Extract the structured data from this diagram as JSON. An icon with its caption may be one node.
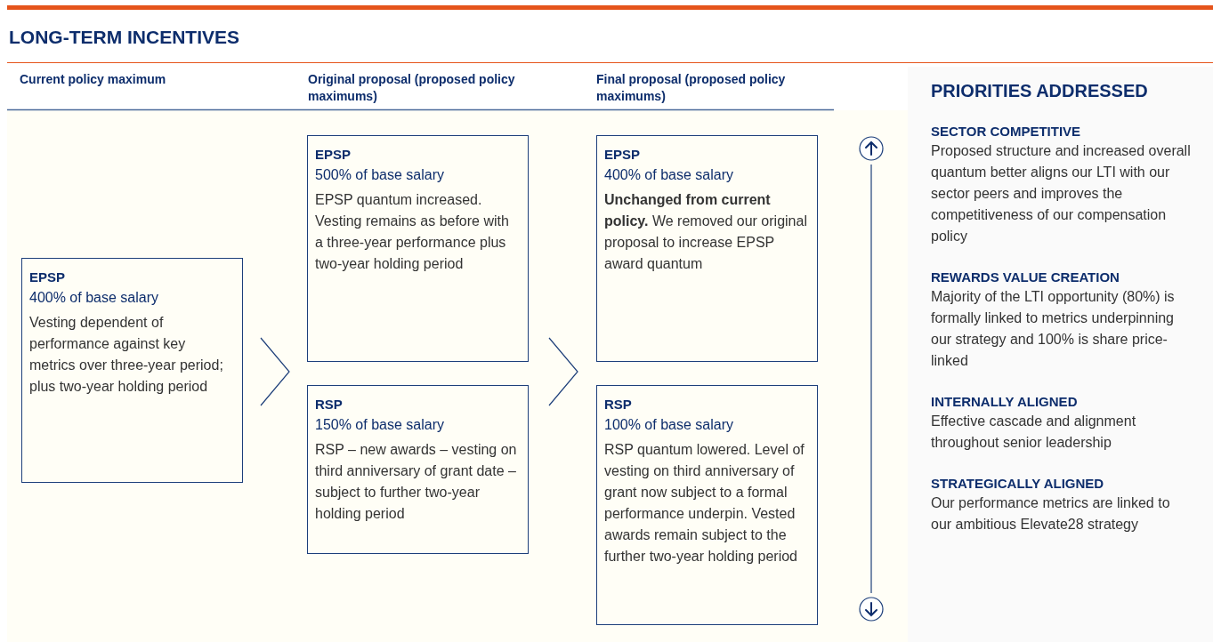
{
  "diagram": {
    "title": "LONG-TERM INCENTIVES",
    "nodes": [
      {
        "text": [
          "EPSP",
          "400% of base salary",
          "Vesting dependent of performance against key metrics over three-year period; plus two-year holding period"
        ]
      },
      {
        "text": [
          "EPSP",
          "500% of base salary",
          "EPSP quantum increased. Vesting remains as before with a three-year performance plus two-year holding period"
        ]
      },
      {
        "text": [
          "RSP",
          "150% of base salary",
          "RSP – new awards – vesting on third anniversary of grant date – subject to further two-year holding period"
        ]
      },
      {
        "text": [
          "EPSP",
          "400% of base salary",
          "**Unchanged from current policy.** We removed our original proposal to increase EPSP award quantum"
        ]
      },
      {
        "text": [
          "RSP",
          "100% of base salary",
          "RSP quantum lowered. Level of vesting on third anniversary of grant now subject to a formal performance underpin. Vested awards remain subject to the further two-year holding period"
        ]
      },
      {
        "text": [
          "PRIORITIES ADDRESSED",
          "SECTOR COMPETITIVE",
          "Proposed structure and increased overall quantum better aligns our LTI with our sector peers and improves the competitiveness of our compensation policy",
          "REWARDS VALUE CREATION",
          "Majority of the LTI opportunity (80%) is formally linked to metrics underpinning our strategy and 100% is share price-linked",
          "INTERNALLY ALIGNED",
          "Effective cascade and alignment throughout senior leadership",
          "STRATEGICALLY ALIGNED",
          "Our performance metrics are linked to our ambitious Elevate28 strategy"
        ]
      }
    ],
    "labels": [
      "Current policy maximum",
      "Original proposal (proposed policy maximums)",
      "Final proposal (proposed policy maximums)"
    ]
  }
}
